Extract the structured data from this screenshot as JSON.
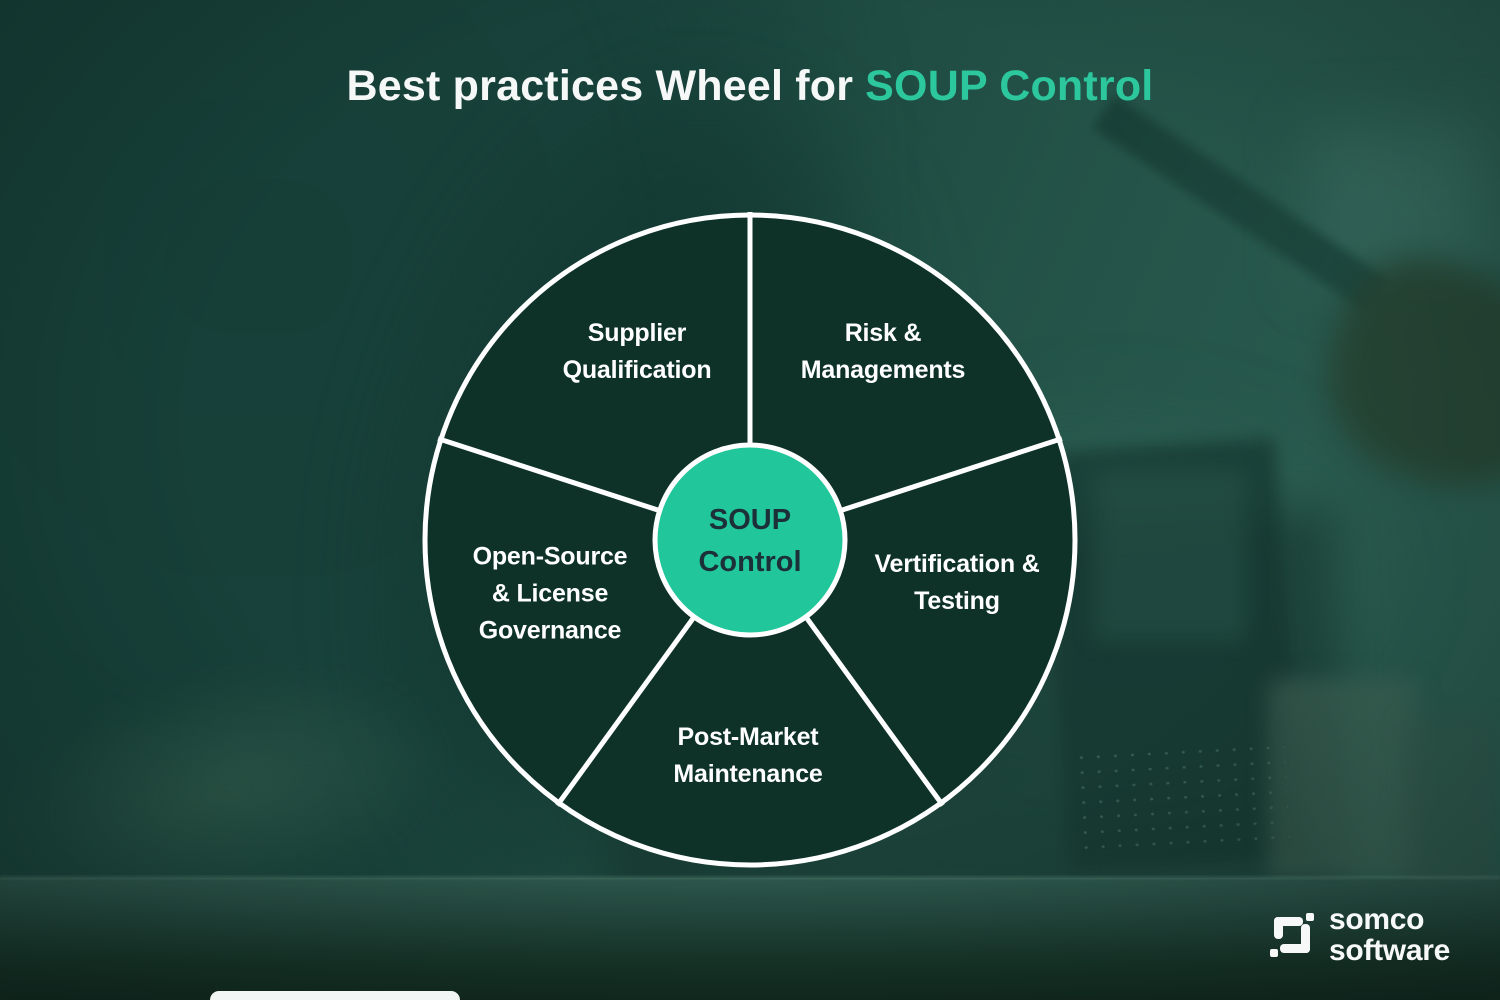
{
  "title": {
    "prefix": "Best practices Wheel for",
    "highlight": "SOUP Control"
  },
  "wheel": {
    "center": {
      "lines": [
        "SOUP",
        "Control"
      ]
    },
    "segments": [
      {
        "name": "Supplier Qualification",
        "lines": [
          "Supplier",
          "Qualification"
        ]
      },
      {
        "name": "Risk & Managements",
        "lines": [
          "Risk &",
          "Managements"
        ]
      },
      {
        "name": "Vertification & Testing",
        "lines": [
          "Vertification &",
          "Testing"
        ]
      },
      {
        "name": "Post-Market Maintenance",
        "lines": [
          "Post-Market",
          "Maintenance"
        ]
      },
      {
        "name": "Open-Source & License Governance",
        "lines": [
          "Open-Source",
          "& License",
          "Governance"
        ]
      }
    ]
  },
  "logo": {
    "line1": "somco",
    "line2": "software",
    "icon": "somco-mark-icon"
  },
  "colors": {
    "accent": "#2cc79c",
    "center_fill": "#22c69b",
    "segment_fill": "#0e3228",
    "wheel_stroke": "#ffffff",
    "center_text": "#1c3039",
    "label_text": "#ffffff",
    "background_base": "#1d4a41"
  }
}
